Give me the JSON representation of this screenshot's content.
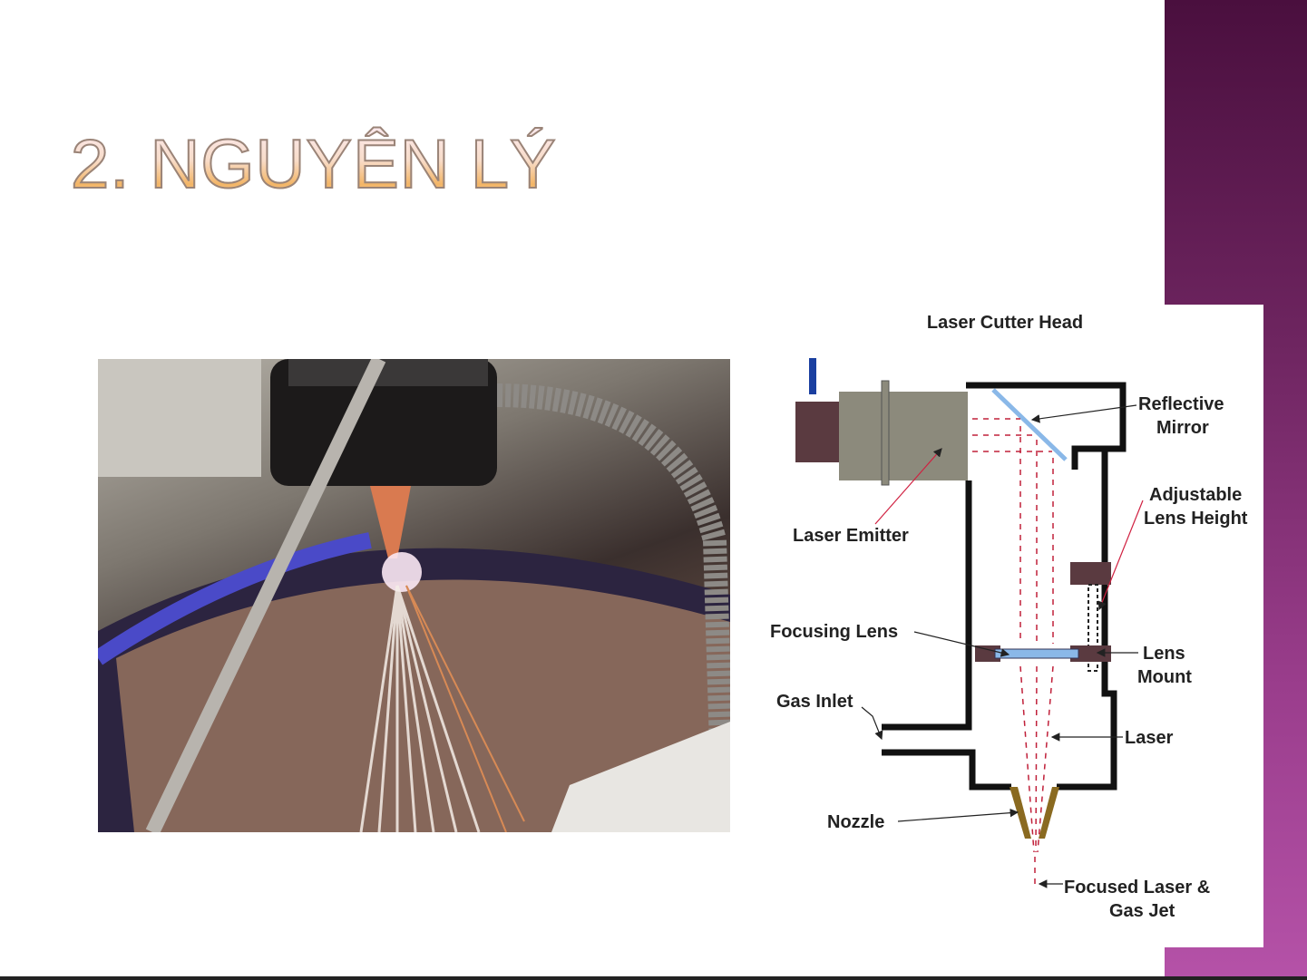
{
  "slide": {
    "title": "2. NGUYÊN LÝ"
  },
  "photo": {
    "subject": "laser-cutting-photo"
  },
  "diagram": {
    "title": "Laser Cutter Head",
    "labels": {
      "reflective_mirror_1": "Reflective",
      "reflective_mirror_2": "Mirror",
      "adjustable_1": "Adjustable",
      "adjustable_2": "Lens Height",
      "laser_emitter": "Laser Emitter",
      "focusing_lens": "Focusing Lens",
      "lens_mount_1": "Lens",
      "lens_mount_2": "Mount",
      "gas_inlet": "Gas Inlet",
      "laser": "Laser",
      "nozzle": "Nozzle",
      "focused_1": "Focused Laser &",
      "focused_2": "Gas Jet"
    }
  },
  "colors": {
    "sidebar": "#7a2a6c",
    "laser": "#c0203a",
    "lens": "#8ab8e8"
  }
}
